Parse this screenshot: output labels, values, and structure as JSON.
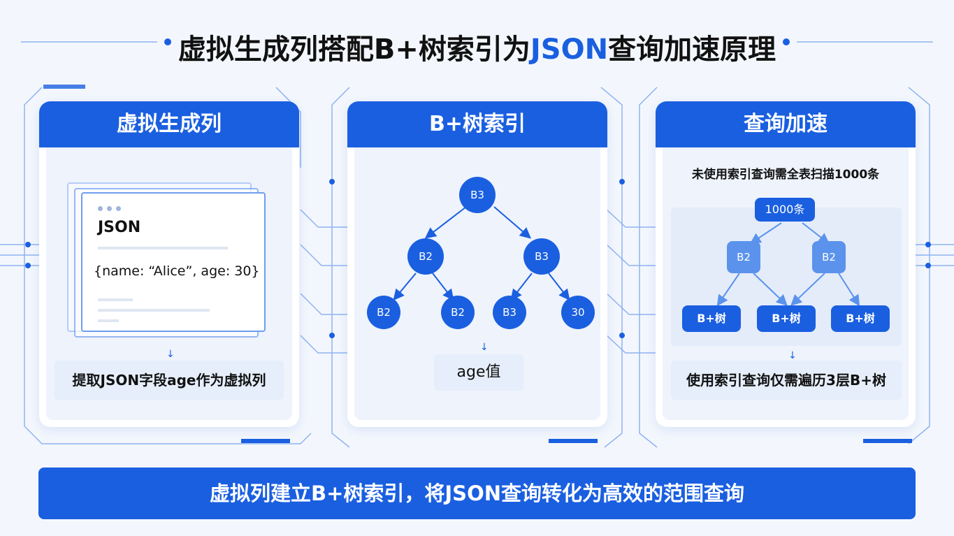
{
  "title": {
    "main": "虚拟生成列搭配B+树索引为",
    "accent": "JSON",
    "tail": "查询加速原理"
  },
  "panels": [
    {
      "header": "虚拟生成列",
      "doc_title": "JSON",
      "doc_code": "{name: “Alice”, age: 30}",
      "caption": "提取JSON字段age作为虚拟列"
    },
    {
      "header": "B+树索引",
      "nodes": [
        "B3",
        "B2",
        "B3",
        "B2",
        "B2",
        "B3",
        "30"
      ],
      "caption": "age值"
    },
    {
      "header": "查询加速",
      "top_text": "未使用索引查询需全表扫描1000条",
      "root": "1000条",
      "mid": [
        "B2",
        "B2"
      ],
      "leaves": [
        "B+树",
        "B+树",
        "B+树"
      ],
      "caption": "使用索引查询仅需遍历3层B+树"
    }
  ],
  "bottom": "虚拟列建立B+树索引，将JSON查询转化为高效的范围查询",
  "colors": {
    "primary": "#1a5fe0",
    "light_node": "#5b93ec",
    "background": "#f3f7fd"
  }
}
